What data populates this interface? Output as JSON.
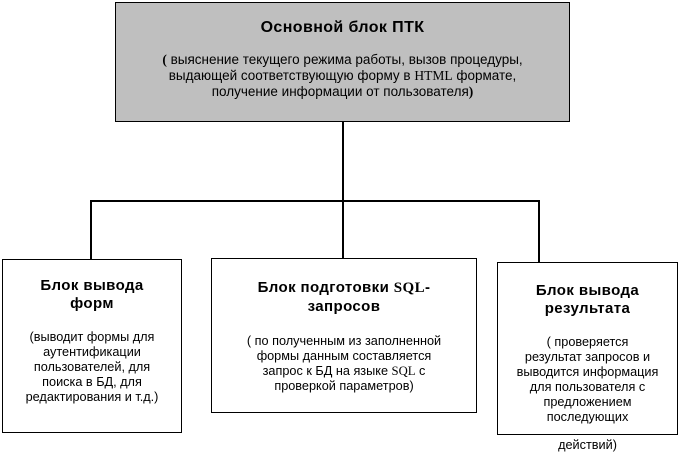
{
  "diagram": {
    "type": "block-hierarchy",
    "orientation": "top-down",
    "colors": {
      "main_block_fill": "#bfbfbf",
      "leaf_block_fill": "#ffffff",
      "border": "#000000",
      "text": "#000000",
      "background": "#ffffff"
    },
    "main_block": {
      "title": "Основной блок ПТК",
      "body_open_paren": "(",
      "body_line1": " выяснение текущего режима работы, вызов процедуры,",
      "body_line2a": "выдающей соответствующую форму в ",
      "body_line2_html": "HTML",
      "body_line2b": " формате,",
      "body_line3": "получение информации от пользователя",
      "body_close_paren": ")"
    },
    "leaves": [
      {
        "id": "forms",
        "title_line1": "Блок вывода",
        "title_line2": "форм",
        "body_line1": "(выводит формы для",
        "body_line2": "аутентификации",
        "body_line3": "пользователей, для",
        "body_line4": "поиска в БД, для",
        "body_line5": "редактирования и т.д.)"
      },
      {
        "id": "sql",
        "title_line1a": "Блок подготовки ",
        "title_line1_sql": "SQL",
        "title_line1b": "-",
        "title_line2": "запросов",
        "body_line1": "( по полученным из заполненной",
        "body_line2": "формы данным составляется",
        "body_line3a": "запрос к БД на языке ",
        "body_line3_sql": "SQL",
        "body_line3b": " с",
        "body_line4": "проверкой параметров)"
      },
      {
        "id": "result",
        "title_line1": "Блок вывода",
        "title_line2": "результата",
        "body_line1": "( проверяется",
        "body_line2": "результат запросов и",
        "body_line3": "выводится информация",
        "body_line4": "для пользователя с",
        "body_line5": "предложением",
        "body_line6": "последующих",
        "body_line7": "действий)"
      }
    ],
    "connectors": {
      "stem_label": "main-to-bus-stem",
      "bus_label": "horizontal-distribution-bus",
      "left_drop_label": "bus-to-forms-drop",
      "right_drop_label": "bus-to-result-drop"
    }
  }
}
